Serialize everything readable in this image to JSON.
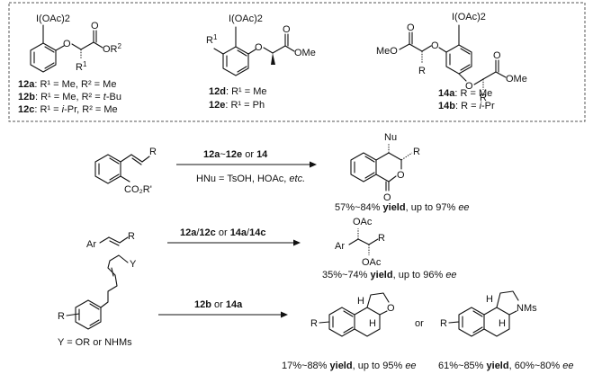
{
  "box": {
    "c12": {
      "reagent": "I(OAc)2",
      "ester": "OR",
      "ester_sup": "2",
      "r1": "R",
      "r1_sup": "1",
      "lines": [
        {
          "bold": "12a",
          "text": ": R¹ = Me, R² = Me"
        },
        {
          "bold": "12b",
          "text": ": R¹ = Me, R² = ",
          "italic": "t",
          "text2": "-Bu"
        },
        {
          "bold": "12c",
          "text": ": R¹ = ",
          "italic": "i",
          "text2": "-Pr, R² = Me"
        }
      ]
    },
    "c12de": {
      "reagent": "I(OAc)2",
      "ester": "OMe",
      "r1": "R",
      "r1_sup": "1",
      "lines": [
        {
          "bold": "12d",
          "text": ": R¹ = Me"
        },
        {
          "bold": "12e",
          "text": ": R¹ = Ph"
        }
      ]
    },
    "c14": {
      "reagent": "I(OAc)2",
      "ester_left": "MeO",
      "ester_right": "OMe",
      "r": "R",
      "lines": [
        {
          "bold": "14a",
          "text": ": R = Me"
        },
        {
          "bold": "14b",
          "text": ": R = ",
          "italic": "i",
          "text2": "-Pr"
        }
      ]
    }
  },
  "rxn1": {
    "substrate_r": "R",
    "substrate_ester": "CO₂R'",
    "above_b1": "12a",
    "above_t": "~",
    "above_b2": "12e",
    "above_t2": " or ",
    "above_b3": "14",
    "below": "HNu = TsOH, HOAc, ",
    "below_it": "etc.",
    "prod_nu": "Nu",
    "prod_r": "R",
    "prod_o": "O",
    "prod_co": "O",
    "yield_pre": "57%~84% ",
    "yield_b": "yield",
    "yield_post": ", up to 97% ",
    "yield_it": "ee"
  },
  "rxn2": {
    "ar": "Ar",
    "r": "R",
    "above_b1": "12a",
    "above_t": "/",
    "above_b2": "12c",
    "above_t2": " or ",
    "above_b3": "14a",
    "above_t3": "/",
    "above_b4": "14c",
    "prod_ar": "Ar",
    "prod_r": "R",
    "oac_top": "OAc",
    "oac_bot": "OAc",
    "yield_pre": "35%~74% ",
    "yield_b": "yield",
    "yield_post": ", up to 96% ",
    "yield_it": "ee"
  },
  "rxn3": {
    "r": "R",
    "y": "Y",
    "cond": "Y = OR or NHMs",
    "above_b1": "12b",
    "above_t": " or ",
    "above_b2": "14a",
    "or": "or",
    "p1_h1": "H",
    "p1_h2": "H",
    "p1_o": "O",
    "p1_r": "R",
    "p2_h1": "H",
    "p2_h2": "H",
    "p2_n": "NMs",
    "p2_r": "R",
    "y1_pre": "17%~88% ",
    "y1_b": "yield",
    "y1_post": ", up to 95% ",
    "y1_it": "ee",
    "y2_pre": "61%~85% ",
    "y2_b": "yield",
    "y2_post": ", 60%~80% ",
    "y2_it": "ee"
  }
}
